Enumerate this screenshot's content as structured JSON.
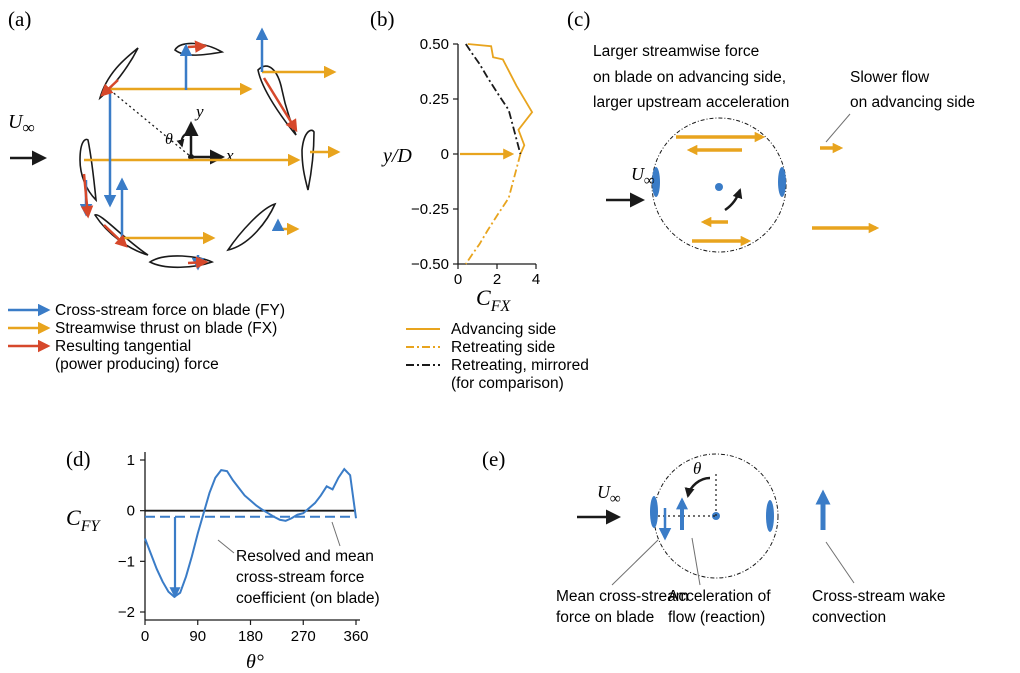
{
  "colors": {
    "blue": "#3a7cc7",
    "orange": "#e8a41e",
    "red": "#d6482b",
    "black": "#1a1a1a",
    "grey": "#707070"
  },
  "panel_a": {
    "label": "(a)",
    "u_inf": "U",
    "u_inf_sub": "∞",
    "axis_y": "y",
    "axis_x": "x",
    "theta": "θ",
    "legend": [
      {
        "text": "Cross-stream force on blade (FY)",
        "color": "blue"
      },
      {
        "text": "Streamwise thrust on blade (FX)",
        "color": "orange"
      },
      {
        "text": "Resulting tangential",
        "color": "red"
      },
      {
        "text": "(power producing) force",
        "color": "none"
      }
    ]
  },
  "panel_b": {
    "label": "(b)",
    "ylabel": "y/D",
    "xlabel_main": "C",
    "xlabel_sub": "FX",
    "yticks": [
      "0.50",
      "0.25",
      "0",
      "−0.25",
      "−0.50"
    ],
    "xticks": [
      "0",
      "2",
      "4"
    ],
    "legend": [
      {
        "text": "Advancing side",
        "style": "solid"
      },
      {
        "text": "Retreating side",
        "style": "dashdot"
      },
      {
        "text": "Retreating, mirrored",
        "style": "dashdot-black"
      },
      {
        "text": "(for comparison)",
        "style": "none"
      }
    ]
  },
  "panel_c": {
    "label": "(c)",
    "ann_left_1": "Larger streamwise force",
    "ann_left_2": "on blade on advancing side,",
    "ann_left_3": "larger upstream acceleration",
    "ann_right_1": "Slower flow",
    "ann_right_2": "on advancing side",
    "u_inf": "U",
    "u_inf_sub": "∞"
  },
  "panel_d": {
    "label": "(d)",
    "ylabel_main": "C",
    "ylabel_sub": "FY",
    "yticks": [
      "1",
      "0",
      "−1",
      "−2"
    ],
    "xticks": [
      "0",
      "90",
      "180",
      "270",
      "360"
    ],
    "xlabel": "θ°",
    "ann_1": "Resolved and mean",
    "ann_2": "cross-stream force",
    "ann_3": "coefficient (on blade)"
  },
  "panel_e": {
    "label": "(e)",
    "u_inf": "U",
    "u_inf_sub": "∞",
    "theta": "θ",
    "ann_1_a": "Mean cross-stream",
    "ann_1_b": "force on blade",
    "ann_2_a": "Acceleration of",
    "ann_2_b": "flow (reaction)",
    "ann_3_a": "Cross-stream wake",
    "ann_3_b": "convection"
  },
  "chart_data": [
    {
      "type": "line",
      "panel": "b",
      "xlabel": "C_FX",
      "ylabel": "y/D",
      "xlim": [
        0,
        4
      ],
      "ylim": [
        -0.5,
        0.5
      ],
      "series": [
        {
          "name": "Advancing side",
          "style": "solid",
          "x": [
            0.5,
            1.7,
            1.8,
            2.3,
            3.0,
            3.8,
            3.1,
            3.4,
            3.3,
            3.2
          ],
          "y": [
            0.5,
            0.49,
            0.44,
            0.43,
            0.31,
            0.19,
            0.11,
            0.04,
            0.02,
            0.0
          ]
        },
        {
          "name": "Retreating side",
          "style": "dashdot",
          "x": [
            3.2,
            2.9,
            2.6,
            2.0,
            1.5,
            1.1,
            0.7,
            0.4
          ],
          "y": [
            0.0,
            -0.1,
            -0.2,
            -0.28,
            -0.35,
            -0.41,
            -0.46,
            -0.5
          ]
        },
        {
          "name": "Retreating, mirrored",
          "style": "dashdot",
          "x": [
            0.4,
            0.7,
            1.1,
            1.5,
            2.0,
            2.6,
            2.9,
            3.2
          ],
          "y": [
            0.5,
            0.46,
            0.41,
            0.35,
            0.28,
            0.2,
            0.1,
            0.0
          ]
        }
      ]
    },
    {
      "type": "line",
      "panel": "d",
      "xlabel": "θ°",
      "ylabel": "C_FY",
      "xlim": [
        0,
        360
      ],
      "ylim": [
        -2,
        1
      ],
      "series": [
        {
          "name": "Resolved",
          "style": "solid",
          "x": [
            0,
            10,
            20,
            30,
            40,
            50,
            60,
            70,
            80,
            90,
            100,
            110,
            120,
            130,
            140,
            150,
            160,
            170,
            180,
            190,
            200,
            210,
            220,
            230,
            240,
            250,
            260,
            270,
            280,
            290,
            300,
            310,
            320,
            330,
            340,
            350,
            360
          ],
          "y": [
            -0.55,
            -0.85,
            -1.15,
            -1.4,
            -1.6,
            -1.7,
            -1.62,
            -1.3,
            -0.9,
            -0.45,
            -0.05,
            0.35,
            0.65,
            0.8,
            0.78,
            0.6,
            0.45,
            0.3,
            0.2,
            0.1,
            0.02,
            -0.05,
            -0.12,
            -0.18,
            -0.2,
            -0.15,
            -0.08,
            -0.05,
            0.05,
            0.15,
            0.3,
            0.48,
            0.42,
            0.65,
            0.82,
            0.7,
            -0.15
          ]
        },
        {
          "name": "Mean",
          "style": "dashed",
          "x": [
            0,
            360
          ],
          "y": [
            -0.12,
            -0.12
          ]
        }
      ]
    }
  ]
}
